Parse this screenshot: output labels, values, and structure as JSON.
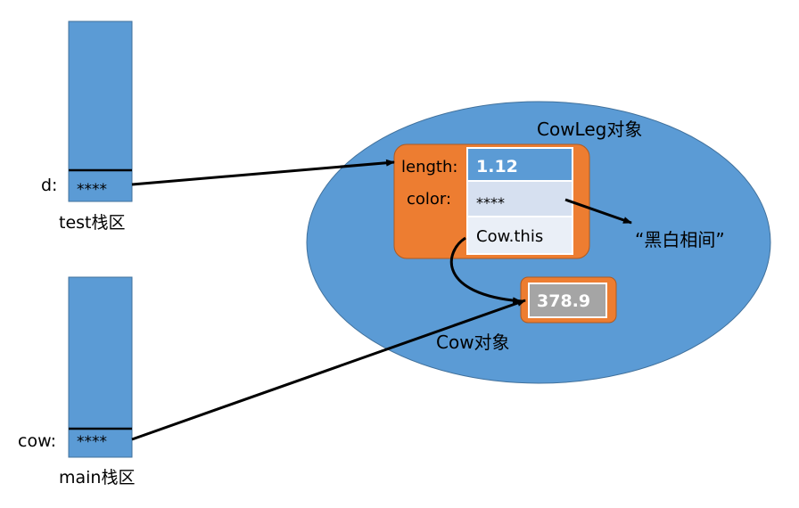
{
  "test_stack": {
    "var_label": "d:",
    "value": "****",
    "caption": "test栈区"
  },
  "main_stack": {
    "var_label": "cow:",
    "value": "****",
    "caption": "main栈区"
  },
  "heap": {
    "cowleg_title": "CowLeg对象",
    "cow_title": "Cow对象"
  },
  "cowleg_object": {
    "fields": [
      {
        "name": "length:",
        "value": "1.12"
      },
      {
        "name": "color:",
        "value": "****"
      },
      {
        "name": "",
        "value": "Cow.this"
      }
    ]
  },
  "cow_object": {
    "value": "378.9"
  },
  "string_literal": "“黑白相间”",
  "colors": {
    "stack_fill": "#5b9bd5",
    "heap_fill": "#5b9bd5",
    "object_fill": "#ed7d31",
    "field_value_fill": "#5b9bd5",
    "field_light_fill": "#d6e0f0",
    "field_lighter_fill": "#eaeff7",
    "cow_value_fill": "#a5a5a5",
    "line": "#000000"
  }
}
